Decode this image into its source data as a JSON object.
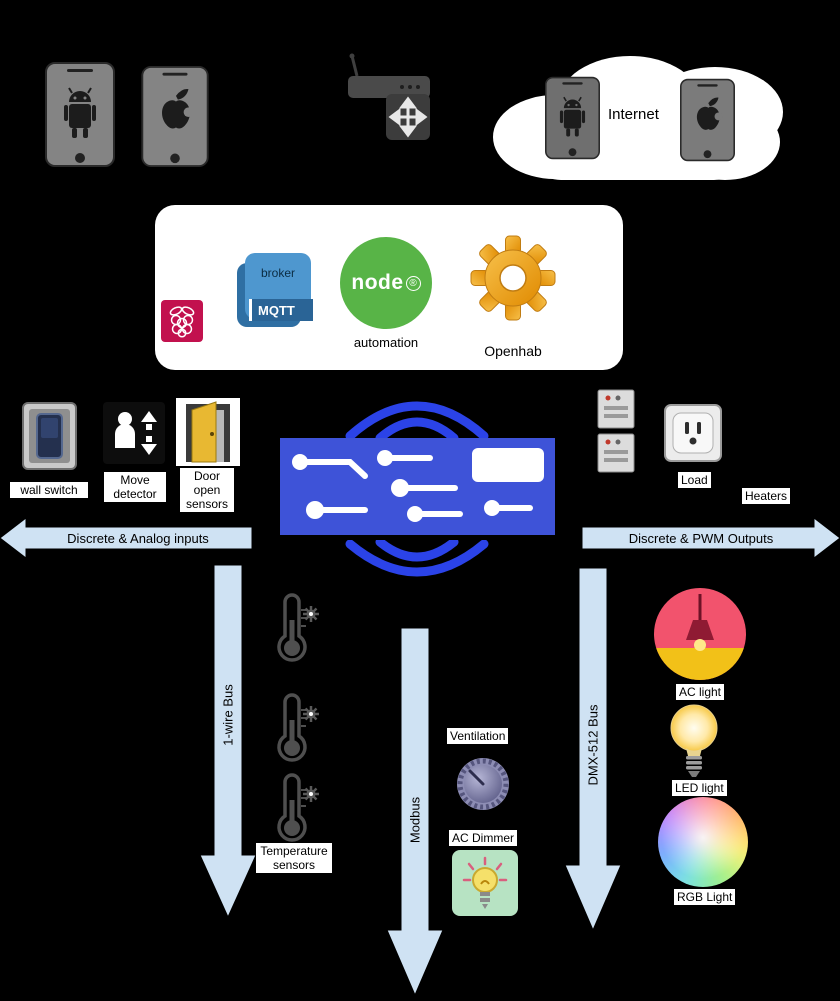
{
  "colors": {
    "background": "#000000",
    "panel": "#ffffff",
    "arrow_fill": "#cfe2f3",
    "pcb_blue": "#3e53d8",
    "wifi_blue": "#2b43e8",
    "node_green": "#58b447",
    "mqtt_light_blue": "#4e97cf",
    "mqtt_dark_blue": "#2a6496",
    "raspberry_crimson": "#c2114e",
    "openhab_orange": "#eda23b",
    "ac_light_pink": "#f2536d",
    "ac_light_yellow": "#f2c118",
    "dimmer_green": "#b7e3c3"
  },
  "cloud": {
    "internet_label": "Internet"
  },
  "panel": {
    "broker_label": "broker",
    "mqtt_label": "MQTT",
    "node_label": "node",
    "node_trademark": "®",
    "automation_label": "automation",
    "openhab_label": "Openhab"
  },
  "inputs": {
    "wall_switch_label": "wall switch",
    "move_detector_label": "Move detector",
    "door_sensors_label": "Door open sensors",
    "temperature_sensors_label": "Temperature sensors"
  },
  "outputs": {
    "load_label": "Load",
    "heaters_label": "Heaters",
    "ventilation_label": "Ventilation",
    "ac_dimmer_label": "AC Dimmer",
    "ac_light_label": "AC light",
    "led_light_label": "LED light",
    "rgb_light_label": "RGB Light"
  },
  "buses": {
    "analog_inputs_label": "Discrete & Analog inputs",
    "pwm_outputs_label": "Discrete & PWM Outputs",
    "one_wire_label": "1-wire Bus",
    "modbus_label": "Modbus",
    "dmx_label": "DMX-512 Bus"
  },
  "icons": {
    "android_phone": "android-phone-icon",
    "apple_phone": "iphone-icon",
    "wifi_router": "wifi-router-icon",
    "internet_cloud": "cloud-shape",
    "raspberry_pi": "raspberry-pi-logo",
    "mqtt_broker": "mqtt-broker-icon",
    "node_red": "node-automation-logo",
    "openhab_gear": "gear-icon",
    "wall_switch": "wall-switch-icon",
    "move_detector": "motion-detector-icon",
    "door_sensor": "open-door-icon",
    "controller_pcb": "pcb-board-image",
    "wifi_waves": "wifi-waves-icon",
    "din_relays": "din-relay-icon",
    "power_outlet": "power-outlet-icon",
    "thermometer": "thermometer-icon",
    "ventilation_knob": "knob-icon",
    "dimmer_bulb": "light-bulb-icon",
    "pendant_lamp": "pendant-lamp-icon",
    "led_bulb": "led-bulb-icon",
    "rgb_circle": "rgb-color-wheel-icon"
  }
}
